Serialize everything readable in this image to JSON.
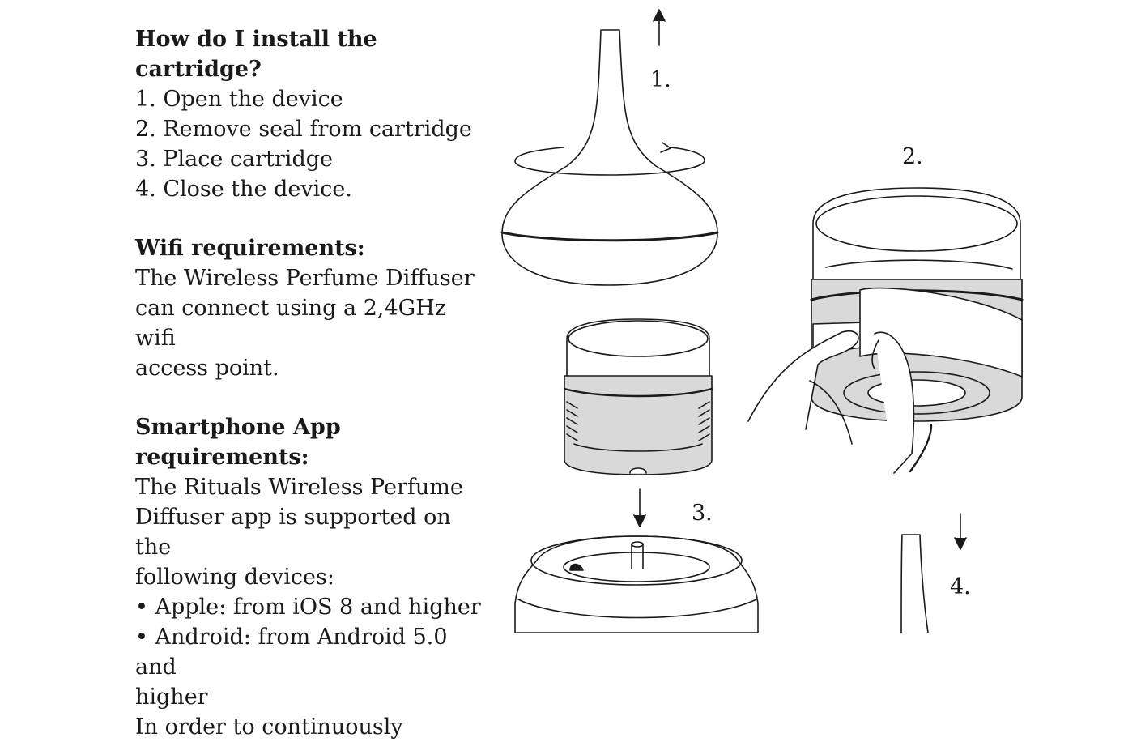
{
  "install": {
    "heading": "How do I install the cartridge?",
    "steps": [
      "1. Open the device",
      "2. Remove seal from cartridge",
      "3. Place cartridge",
      "4. Close the device."
    ]
  },
  "wifi": {
    "heading": "Wifi requirements:",
    "lines": [
      "The Wireless Perfume Diffuser",
      "can connect using a 2,4GHz wifi",
      "access point."
    ]
  },
  "app": {
    "heading_lines": [
      "Smartphone App",
      "requirements:"
    ],
    "lines": [
      "The Rituals Wireless Perfume",
      "Diffuser app is supported on the",
      "following devices:"
    ],
    "bullets": [
      "• Apple: from iOS 8 and higher",
      "• Android: from Android 5.0 and",
      "higher"
    ],
    "tail_lines": [
      "In order to continuously"
    ]
  },
  "illustration": {
    "labels": [
      "1.",
      "2.",
      "3.",
      "4."
    ]
  }
}
